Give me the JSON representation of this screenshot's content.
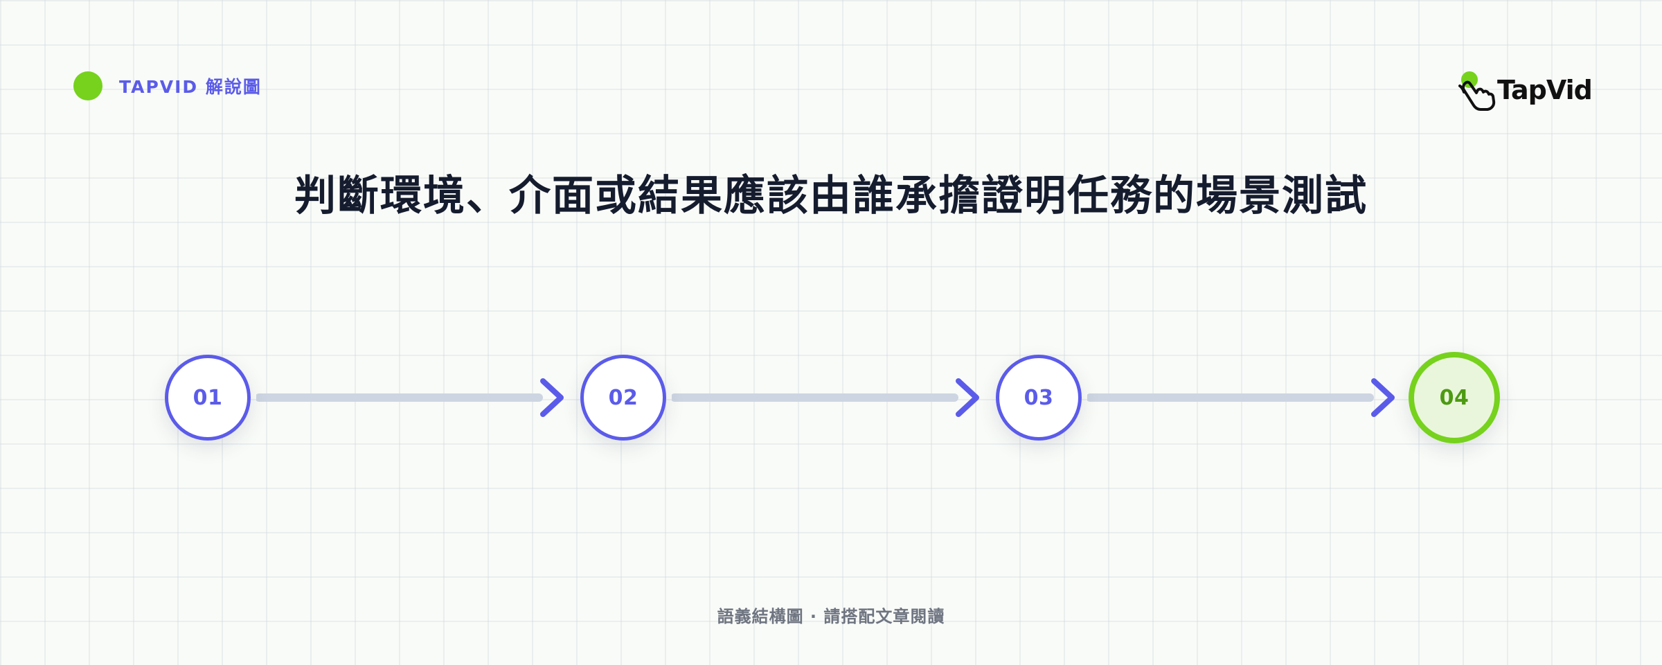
{
  "header": {
    "tag": "TAPVID 解說圖",
    "logo_text": "TapVid"
  },
  "title": "判斷環境、介面或結果應該由誰承擔證明任務的場景測試",
  "steps": [
    {
      "label": "01"
    },
    {
      "label": "02"
    },
    {
      "label": "03"
    },
    {
      "label": "04"
    }
  ],
  "footer": "語義結構圖 · 請搭配文章閱讀",
  "colors": {
    "accent": "#5b5bea",
    "brand_green": "#76d21d",
    "connector": "#cdd5e2",
    "title": "#151c2e"
  },
  "icons": {
    "logo_mark": "pointing-hand-icon",
    "connector_head": "chevron-right-icon"
  }
}
